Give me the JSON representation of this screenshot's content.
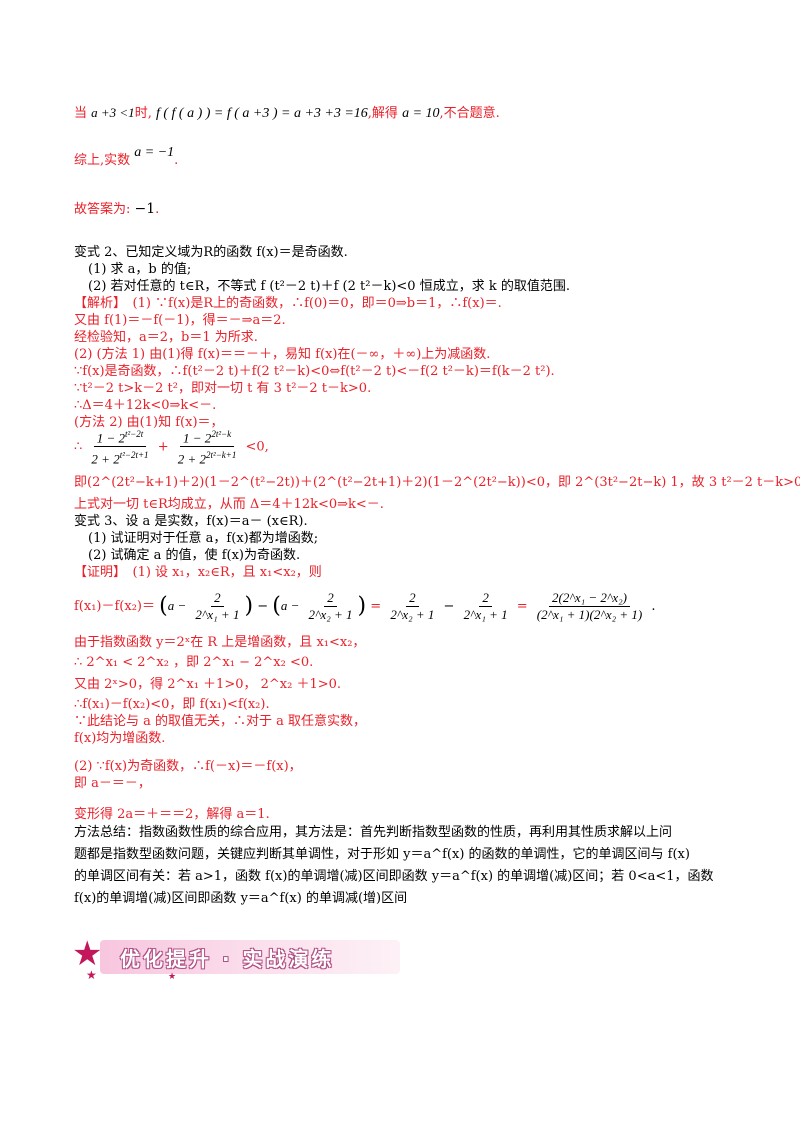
{
  "l1": {
    "a": "当 ",
    "b": "a +3 <1",
    "c": "时,",
    "d": "f ( f ( a ) ) = f ( a +3 ) = a +3 +3 =16",
    "e": ",解得 ",
    "f": "a = 10",
    "g": ",不合题意."
  },
  "l2": {
    "a": "综上,实数 ",
    "b": "a = −1",
    "c": "."
  },
  "l3": {
    "a": "故答案为: ",
    "b": "−1",
    "c": "."
  },
  "v2": {
    "title": "变式 2、已知定义域为R的函数 f(x)＝是奇函数.",
    "q1": "(1) 求 a，b 的值;",
    "q2": "(2) 若对任意的 t∈R，不等式 f (t²－2 t)＋f (2 t²－k)<0 恒成立，求 k 的取值范围.",
    "s1": "【解析】　(1) ∵f(x)是R上的奇函数，∴f(0)＝0，即＝0⇒b＝1，∴f(x)＝.",
    "s2": "又由 f(1)＝－f(－1)，得＝－⇒a＝2.",
    "s3": "经检验知，a＝2，b＝1 为所求.",
    "s4": "(2) (方法 1) 由(1)得 f(x)＝＝－＋，易知 f(x)在(－∞，＋∞)上为减函数.",
    "s5": "∵f(x)是奇函数，∴f(t²－2 t)＋f(2 t²－k)<0⇔f(t²－2 t)<－f(2 t²－k)＝f(k－2 t²).",
    "s6": "∵t²－2 t>k－2 t²，即对一切 t 有 3 t²－2 t－k>0.",
    "s7": "∴Δ＝4＋12k<0⇒k<－.",
    "s8": "(方法 2) 由(1)知 f(x)＝，",
    "s9a": "∴",
    "s9n1": "1 − 2",
    "s9e1": "t²−2t",
    "s9d1": "2 + 2",
    "s9f1": "t²−2t+1",
    "s9plus": "+",
    "s9n2": "1 − 2",
    "s9e2": "2t²−k",
    "s9d2": "2 + 2",
    "s9f2": "2t²−k+1",
    "s9end": "<0,",
    "s10": "即(2^(2t²−k+1)＋2)(1－2^(t²−2t))＋(2^(t²−2t+1)＋2)(1－2^(2t²−k))<0，即 2^(3t²−2t−k) 1，故 3 t²－2 t－k>0.",
    "s11": "上式对一切 t∈R均成立，从而 Δ＝4＋12k<0⇒k<－."
  },
  "v3": {
    "title": "变式 3、设 a 是实数，f(x)＝a－ (x∈R).",
    "q1": "(1) 试证明对于任意 a，f(x)都为增函数;",
    "q2": "(2) 试确定 a 的值，使 f(x)为奇函数.",
    "p1": "【证明】　(1) 设 x₁，x₂∈R，且 x₁<x₂，则",
    "eq_lhs": "f(x₁)－f(x₂)＝",
    "eq_a": "a −",
    "eq_two": "2",
    "eq_d1": "2^x₁ + 1",
    "eq_d2": "2^x₂ + 1",
    "eq_num": "2(2^x₁ − 2^x₂)",
    "eq_den": "(2^x₁ + 1)(2^x₂ + 1)",
    "p2": "由于指数函数 y＝2ˣ在 R 上是增函数，且 x₁<x₂，",
    "p3": "∴ 2^x₁ < 2^x₂ ，即 2^x₁ − 2^x₂ <0.",
    "p4": "又由 2ˣ>0，得 2^x₁ ＋1>0， 2^x₂ ＋1>0.",
    "p5": "∴f(x₁)－f(x₂)<0，即 f(x₁)<f(x₂).",
    "p6": "∵此结论与 a 的取值无关，∴对于 a 取任意实数，",
    "p7": "f(x)均为增函数.",
    "p8": "(2) ∵f(x)为奇函数，∴f(－x)＝－f(x)，",
    "p9": "即 a－＝－，",
    "p10": "变形得 2a＝＋＝＝2，解得 a＝1."
  },
  "summary": {
    "l1": "方法总结：指数函数性质的综合应用，其方法是：首先判断指数型函数的性质，再利用其性质求解以上问",
    "l2": "题都是指数型函数问题，关键应判断其单调性，对于形如 y＝a^f(x) 的函数的单调性，它的单调区间与 f(x)",
    "l3": "的单调区间有关：若 a>1，函数 f(x)的单调增(减)区间即函数 y＝a^f(x) 的单调增(减)区间；若 0<a<1，函数",
    "l4": "f(x)的单调增(减)区间即函数 y＝a^f(x) 的单调减(增)区间"
  },
  "banner": {
    "text": "优化提升 · 实战演练"
  },
  "colors": {
    "answer": "#e8212a",
    "banner": "#f7c6df",
    "star": "#c2185b"
  }
}
